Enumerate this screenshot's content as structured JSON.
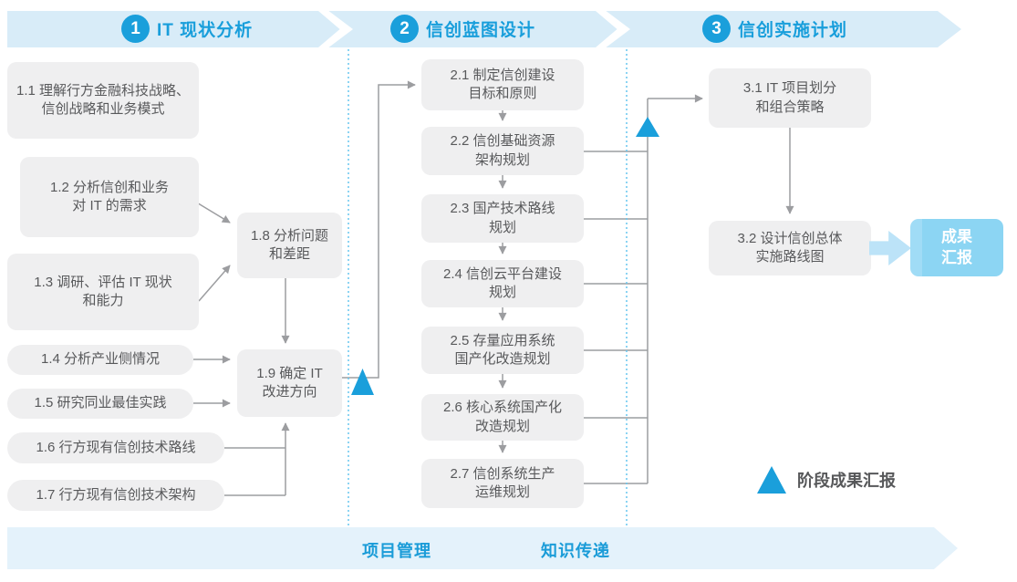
{
  "banner": {
    "phases": [
      {
        "number": "1",
        "title": "IT 现状分析"
      },
      {
        "number": "2",
        "title": "信创蓝图设计"
      },
      {
        "number": "3",
        "title": "信创实施计划"
      }
    ]
  },
  "phase1": {
    "boxes": [
      {
        "id": "1.1",
        "line1": "1.1 理解行方金融科技战略、",
        "line2": "信创战略和业务模式"
      },
      {
        "id": "1.2",
        "line1": "1.2 分析信创和业务",
        "line2": "对 IT 的需求"
      },
      {
        "id": "1.3",
        "line1": "1.3 调研、评估 IT 现状",
        "line2": "和能力"
      },
      {
        "id": "1.4",
        "line1": "1.4 分析产业侧情况"
      },
      {
        "id": "1.5",
        "line1": "1.5 研究同业最佳实践"
      },
      {
        "id": "1.6",
        "line1": "1.6 行方现有信创技术路线"
      },
      {
        "id": "1.7",
        "line1": "1.7 行方现有信创技术架构"
      },
      {
        "id": "1.8",
        "line1": "1.8 分析问题",
        "line2": "和差距"
      },
      {
        "id": "1.9",
        "line1": "1.9 确定 IT",
        "line2": "改进方向"
      }
    ]
  },
  "phase2": {
    "boxes": [
      {
        "id": "2.1",
        "line1": "2.1 制定信创建设",
        "line2": "目标和原则"
      },
      {
        "id": "2.2",
        "line1": "2.2 信创基础资源",
        "line2": "架构规划"
      },
      {
        "id": "2.3",
        "line1": "2.3 国产技术路线",
        "line2": "规划"
      },
      {
        "id": "2.4",
        "line1": "2.4 信创云平台建设",
        "line2": "规划"
      },
      {
        "id": "2.5",
        "line1": "2.5 存量应用系统",
        "line2": "国产化改造规划"
      },
      {
        "id": "2.6",
        "line1": "2.6 核心系统国产化",
        "line2": "改造规划"
      },
      {
        "id": "2.7",
        "line1": "2.7 信创系统生产",
        "line2": "运维规划"
      }
    ]
  },
  "phase3": {
    "boxes": [
      {
        "id": "3.1",
        "line1": "3.1 IT 项目划分",
        "line2": "和组合策略"
      },
      {
        "id": "3.2",
        "line1": "3.2 设计信创总体",
        "line2": "实施路线图"
      }
    ],
    "result_box": {
      "line1": "成果",
      "line2": "汇报"
    }
  },
  "legend": {
    "milestone_label": "阶段成果汇报"
  },
  "footer": {
    "items": [
      "项目管理",
      "知识传递"
    ]
  },
  "colors": {
    "accent_blue": "#1a9fdb",
    "band_light_blue": "#d8ecf8",
    "footer_band_blue": "#e4f2fb",
    "node_gray": "#efeff0",
    "node_text": "#58595b",
    "connector_gray": "#9c9da0",
    "result_box_blue": "#8cd5f3",
    "fat_arrow_blue": "#bce3f8",
    "dotted_divider_blue": "#66c6ef"
  }
}
